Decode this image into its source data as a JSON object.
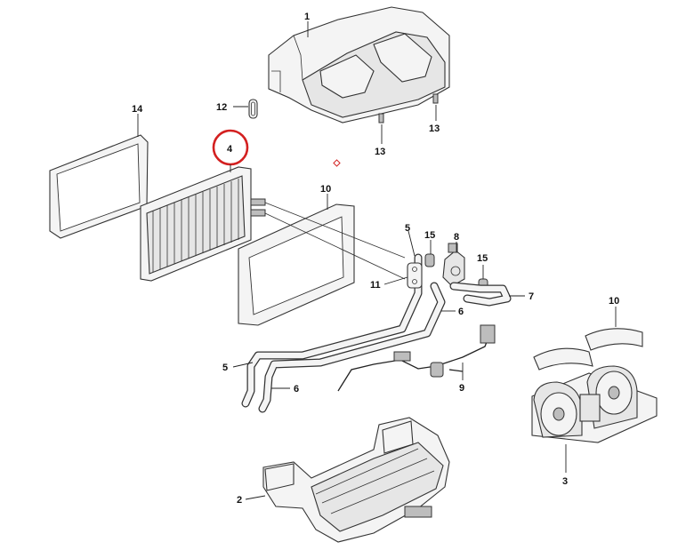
{
  "labels": {
    "p1": "1",
    "p2": "2",
    "p3": "3",
    "p4": "4",
    "p5a": "5",
    "p5b": "5",
    "p6a": "6",
    "p6b": "6",
    "p7": "7",
    "p8": "8",
    "p9": "9",
    "p10a": "10",
    "p10b": "10",
    "p11": "11",
    "p12": "12",
    "p13a": "13",
    "p13b": "13",
    "p14": "14",
    "p15a": "15",
    "p15b": "15"
  },
  "highlight": {
    "part": "4",
    "color": "#d32020"
  }
}
